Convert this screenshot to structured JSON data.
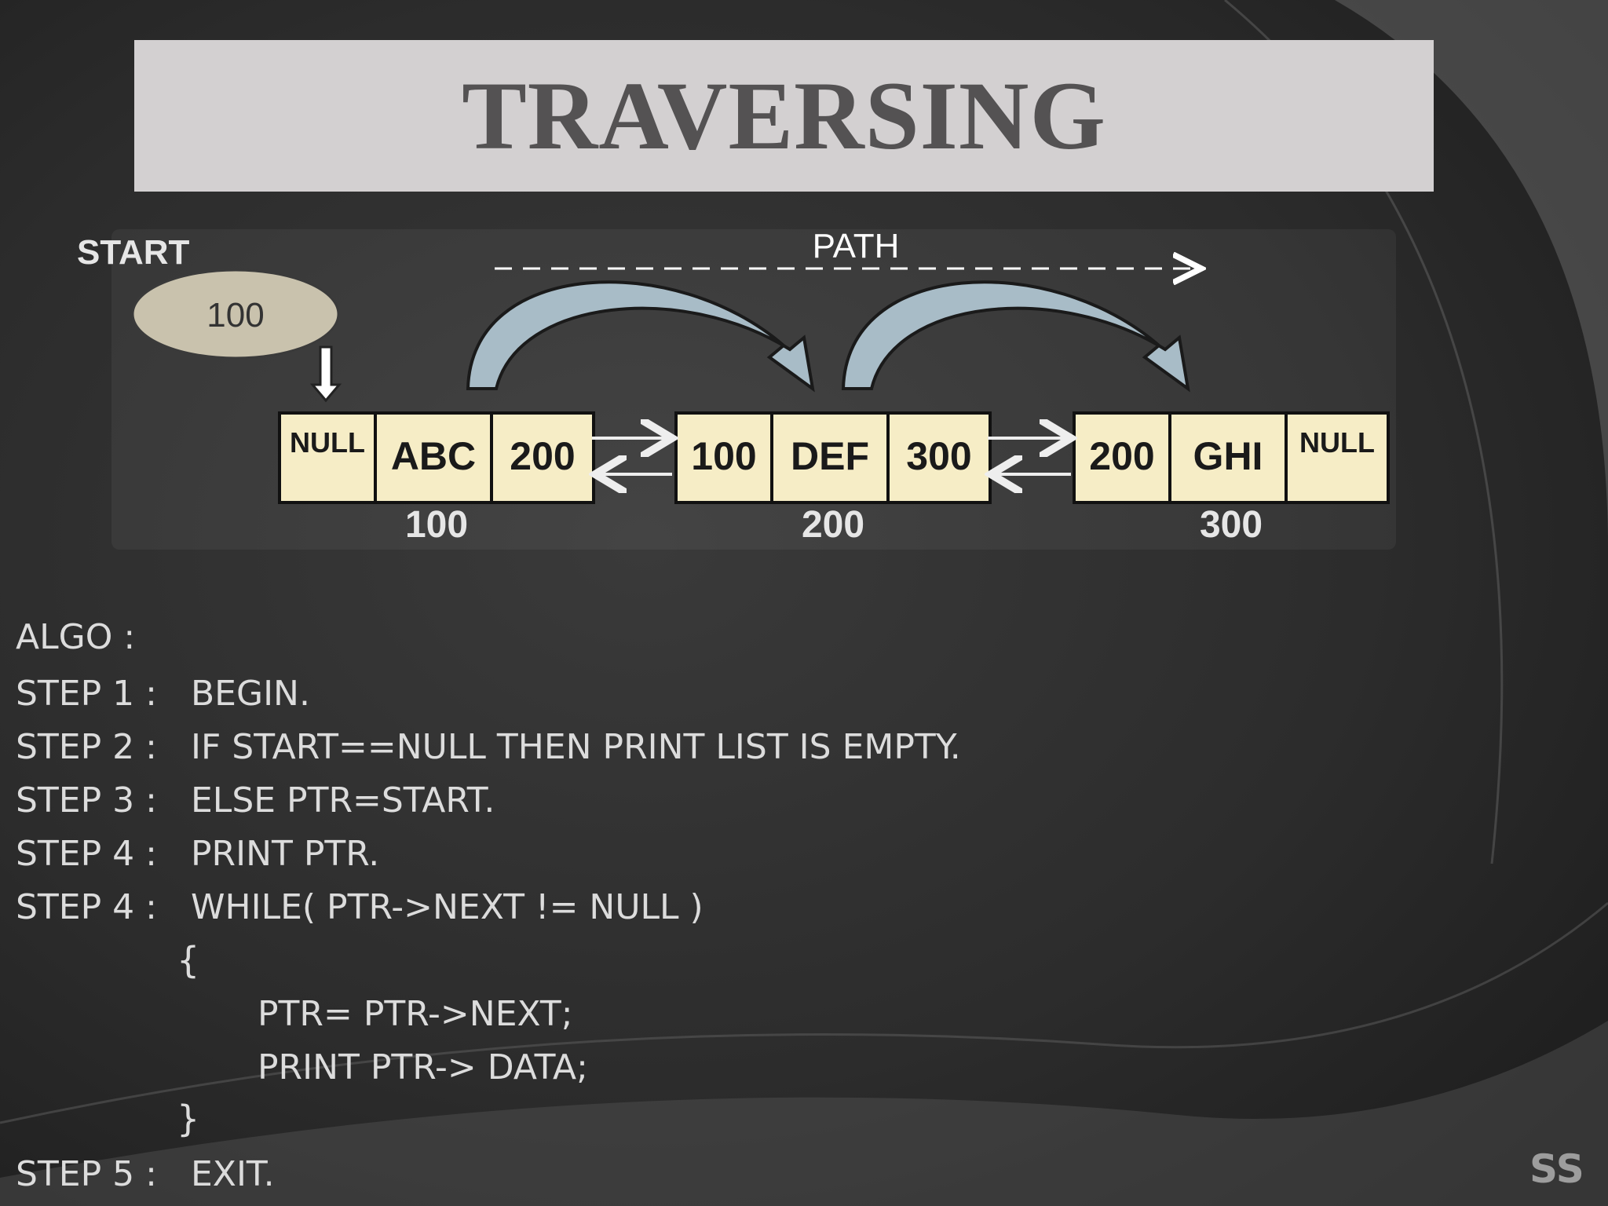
{
  "slide": {
    "title": "TRAVERSING",
    "footer": "SS"
  },
  "diagram": {
    "start_label": "START",
    "start_value": "100",
    "path_label": "PATH",
    "nodes": [
      {
        "prev": "NULL",
        "data": "ABC",
        "next": "200",
        "address": "100"
      },
      {
        "prev": "100",
        "data": "DEF",
        "next": "300",
        "address": "200"
      },
      {
        "prev": "200",
        "data": "GHI",
        "next": "NULL",
        "address": "300"
      }
    ],
    "colors": {
      "cell_fill": "#f6edc6",
      "oval_fill": "#c9c2ad",
      "arc_fill": "#a8bcc7",
      "text": "#dcdcdc"
    }
  },
  "algo": {
    "heading": "ALGO :",
    "steps": [
      {
        "label": "STEP 1 :",
        "text": "BEGIN."
      },
      {
        "label": "STEP 2 :",
        "text": "IF START==NULL THEN PRINT LIST IS EMPTY."
      },
      {
        "label": "STEP 3 :",
        "text": "ELSE PTR=START."
      },
      {
        "label": "STEP 4 :",
        "text": "PRINT PTR."
      },
      {
        "label": "STEP 4 :",
        "text": "WHILE( PTR->NEXT != NULL )"
      }
    ],
    "open_brace": "{",
    "loop_body": [
      "PTR= PTR->NEXT;",
      "PRINT PTR-> DATA;"
    ],
    "close_brace": "}",
    "final_step": {
      "label": "STEP 5 :",
      "text": "EXIT."
    }
  }
}
